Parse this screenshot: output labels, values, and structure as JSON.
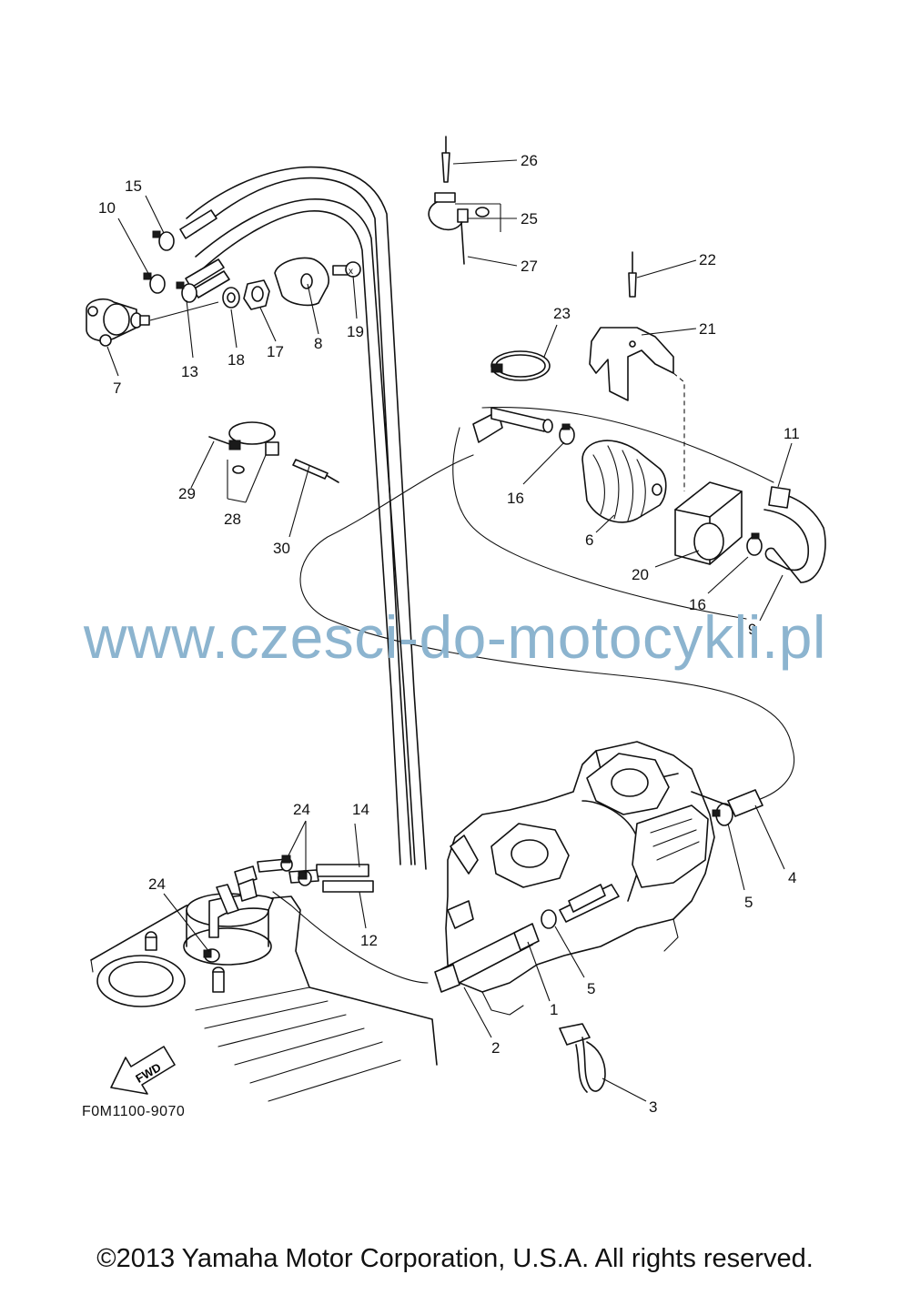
{
  "watermark": "www.czesci-do-motocykli.pl",
  "figure_code": "F0M1100-9070",
  "copyright": "©2013 Yamaha Motor Corporation, U.S.A. All rights reserved.",
  "fwd_label": "FWD",
  "callouts": [
    "1",
    "2",
    "3",
    "4",
    "5",
    "5",
    "6",
    "7",
    "8",
    "9",
    "10",
    "11",
    "12",
    "13",
    "14",
    "15",
    "16",
    "16",
    "17",
    "18",
    "19",
    "20",
    "21",
    "22",
    "23",
    "24",
    "24",
    "25",
    "26",
    "27",
    "28",
    "29",
    "30"
  ]
}
